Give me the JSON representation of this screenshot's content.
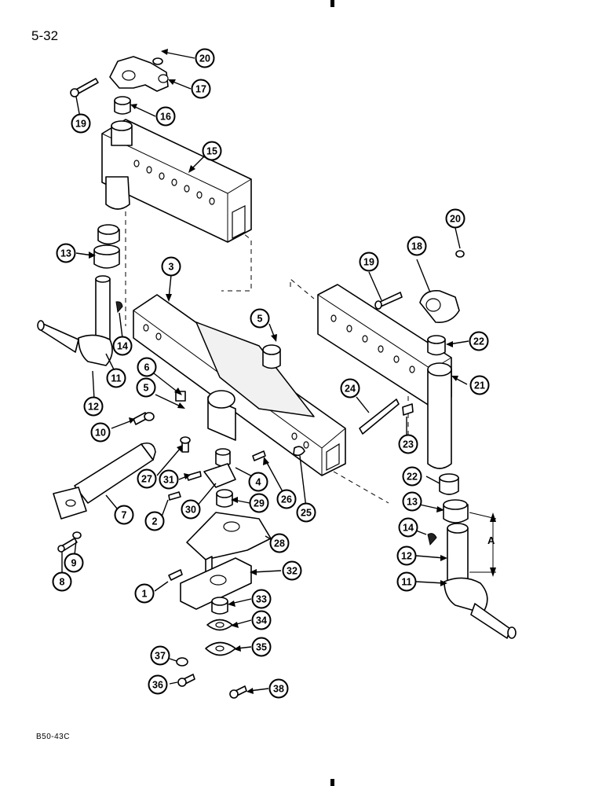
{
  "page": {
    "number": "5-32",
    "figure_code": "B50-43C"
  },
  "dimension_label": "A",
  "callouts": [
    {
      "label": "20"
    },
    {
      "label": "17"
    },
    {
      "label": "19"
    },
    {
      "label": "16"
    },
    {
      "label": "15"
    },
    {
      "label": "13"
    },
    {
      "label": "3"
    },
    {
      "label": "14"
    },
    {
      "label": "11"
    },
    {
      "label": "12"
    },
    {
      "label": "6"
    },
    {
      "label": "5"
    },
    {
      "label": "5"
    },
    {
      "label": "10"
    },
    {
      "label": "27"
    },
    {
      "label": "31"
    },
    {
      "label": "4"
    },
    {
      "label": "2"
    },
    {
      "label": "30"
    },
    {
      "label": "29"
    },
    {
      "label": "26"
    },
    {
      "label": "25"
    },
    {
      "label": "7"
    },
    {
      "label": "28"
    },
    {
      "label": "9"
    },
    {
      "label": "8"
    },
    {
      "label": "32"
    },
    {
      "label": "1"
    },
    {
      "label": "33"
    },
    {
      "label": "34"
    },
    {
      "label": "35"
    },
    {
      "label": "37"
    },
    {
      "label": "36"
    },
    {
      "label": "38"
    },
    {
      "label": "20"
    },
    {
      "label": "19"
    },
    {
      "label": "18"
    },
    {
      "label": "22"
    },
    {
      "label": "21"
    },
    {
      "label": "24"
    },
    {
      "label": "23"
    },
    {
      "label": "22"
    },
    {
      "label": "13"
    },
    {
      "label": "14"
    },
    {
      "label": "12"
    },
    {
      "label": "11"
    }
  ]
}
